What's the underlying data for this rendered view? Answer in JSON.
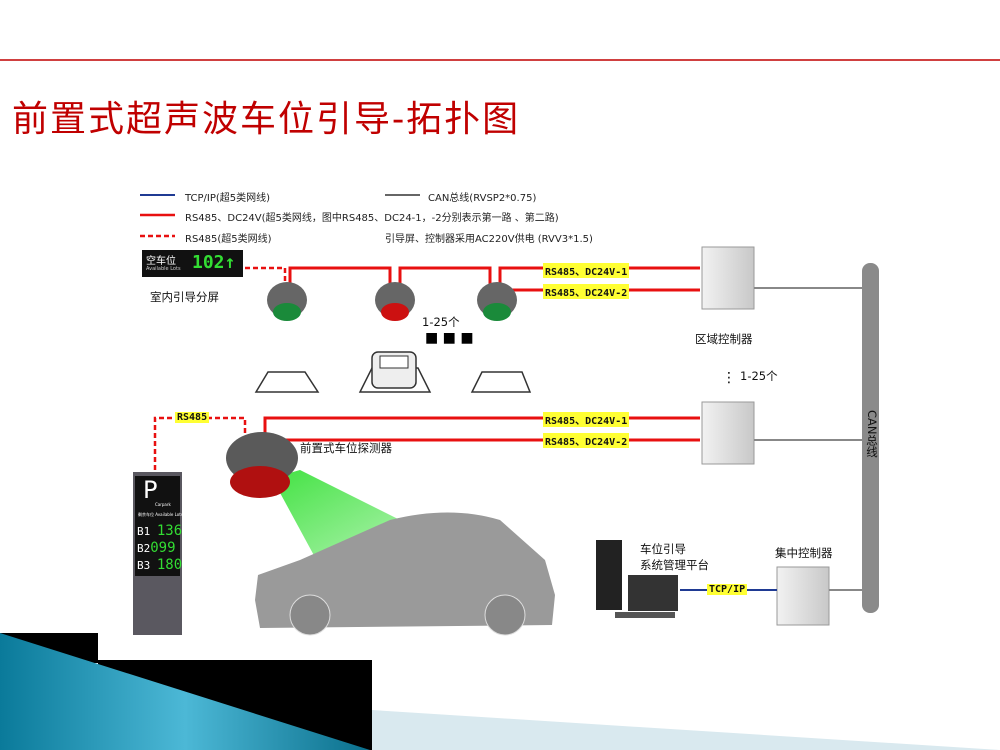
{
  "title": "前置式超声波车位引导-拓扑图",
  "legend": [
    {
      "text": "TCP/IP(超5类网线)",
      "color": "#1f3a93",
      "style": "solid"
    },
    {
      "text": "RS485、DC24V(超5类网线，图中RS485、DC24-1，-2分别表示第一路 、第二路)",
      "color": "#e81010",
      "style": "solid"
    },
    {
      "text": "RS485(超5类网线)",
      "color": "#e81010",
      "style": "dashed"
    },
    {
      "text": "CAN总线(RVSP2*0.75)",
      "color": "#666666",
      "style": "solid"
    }
  ],
  "power_note": "引导屏、控制器采用AC220V供电 (RVV3*1.5)",
  "guide_screen": {
    "cn": "空车位",
    "en": "Available Lots",
    "count": "102",
    "arrow": "↑",
    "label": "室内引导分屏"
  },
  "sensor_count_top": "1-25个",
  "controller_count": "1-25个",
  "links": {
    "line1": "RS485、DC24V-1",
    "line2": "RS485、DC24V-2",
    "rs485": "RS485",
    "tcpip": "TCP/IP"
  },
  "area_controller": "区域控制器",
  "can_bus": "CAN总线",
  "sensor_label": "前置式车位探测器",
  "platform": {
    "line1": "车位引导",
    "line2": "系统管理平台"
  },
  "central_controller": "集中控制器",
  "pillar": {
    "letter": "P",
    "sub": "Carpark",
    "header": "剩余车位 Available Lots",
    "rows": [
      {
        "floor": "B1",
        "count": "136"
      },
      {
        "floor": "B2",
        "count": "099"
      },
      {
        "floor": "B3",
        "count": "180"
      }
    ]
  },
  "colors": {
    "title": "#c00000",
    "rs485": "#e81010",
    "tcpip": "#1f3a93",
    "can": "#8a8a8a",
    "highlight": "#ffff33",
    "led": "#33dd33"
  }
}
